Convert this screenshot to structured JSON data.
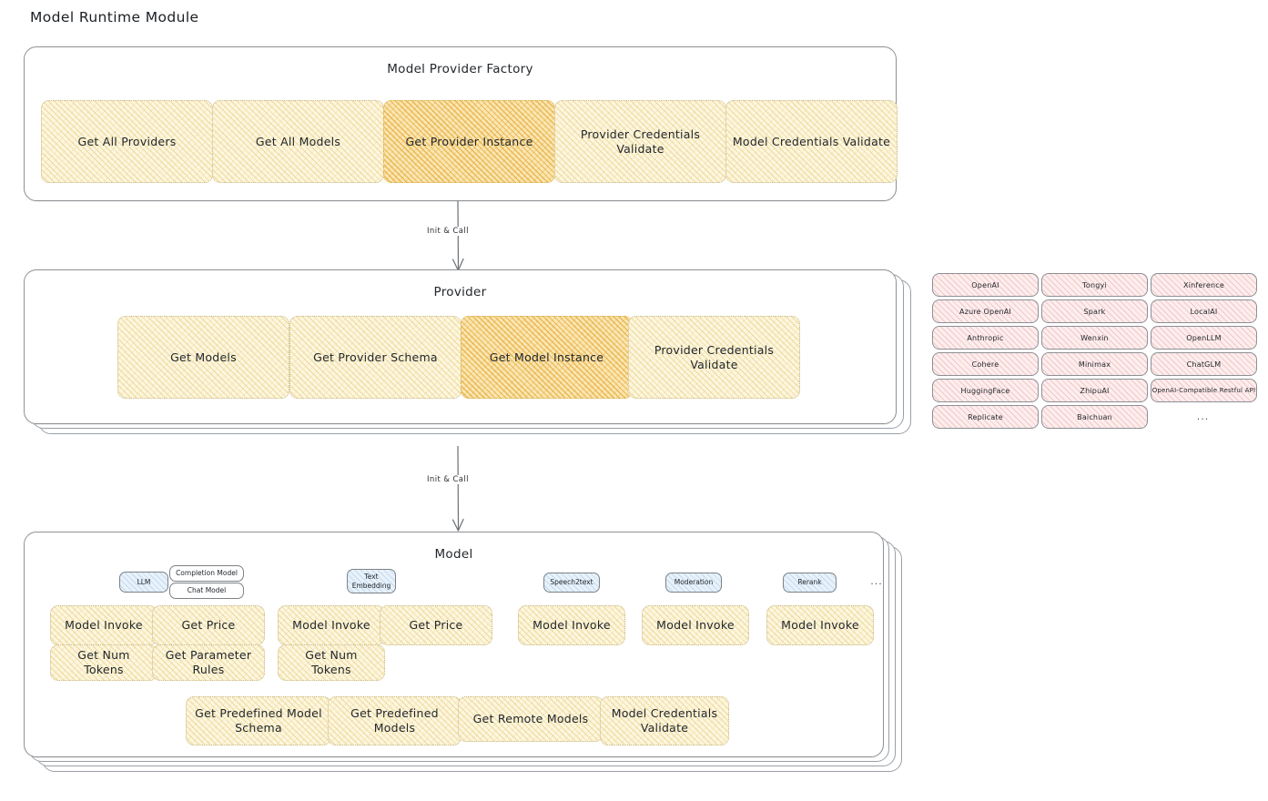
{
  "page": {
    "title": "Model Runtime Module"
  },
  "sections": {
    "factory": {
      "title": "Model Provider Factory",
      "methods": [
        {
          "label": "Get All Providers",
          "highlighted": false
        },
        {
          "label": "Get All Models",
          "highlighted": false
        },
        {
          "label": "Get Provider Instance",
          "highlighted": true
        },
        {
          "label": "Provider Credentials Validate",
          "highlighted": false
        },
        {
          "label": "Model Credentials Validate",
          "highlighted": false
        }
      ]
    },
    "provider": {
      "title": "Provider",
      "methods": [
        {
          "label": "Get Models",
          "highlighted": false
        },
        {
          "label": "Get Provider Schema",
          "highlighted": false
        },
        {
          "label": "Get Model Instance",
          "highlighted": true
        },
        {
          "label": "Provider Credentials Validate",
          "highlighted": false
        }
      ]
    },
    "model": {
      "title": "Model",
      "model_types": [
        {
          "badge": "LLM",
          "sub_badges": [
            "Completion Model",
            "Chat Model"
          ],
          "methods": [
            "Model Invoke",
            "Get Price",
            "Get Num Tokens",
            "Get Parameter Rules"
          ]
        },
        {
          "badge": "Text Embedding",
          "sub_badges": [],
          "methods": [
            "Model Invoke",
            "Get Price",
            "Get Num Tokens"
          ]
        },
        {
          "badge": "Speech2text",
          "sub_badges": [],
          "methods": [
            "Model Invoke"
          ]
        },
        {
          "badge": "Moderation",
          "sub_badges": [],
          "methods": [
            "Model Invoke"
          ]
        },
        {
          "badge": "Rerank",
          "sub_badges": [],
          "methods": [
            "Model Invoke"
          ]
        }
      ],
      "more_indicator": "...",
      "shared_methods": [
        "Get Predefined Model Schema",
        "Get Predefined Models",
        "Get Remote Models",
        "Model Credentials Validate"
      ]
    }
  },
  "arrows": {
    "factory_to_provider": "Init & Call",
    "provider_to_model": "Init & Call"
  },
  "provider_list": {
    "column_1": [
      "OpenAI",
      "Azure OpenAI",
      "Anthropic",
      "Cohere",
      "HuggingFace",
      "Replicate"
    ],
    "column_2": [
      "Tongyi",
      "Spark",
      "Wenxin",
      "Minimax",
      "ZhipuAI",
      "Baichuan"
    ],
    "column_3": [
      "Xinference",
      "LocalAI",
      "OpenLLM",
      "ChatGLM",
      "OpenAI-Compatible Restful API",
      "..."
    ]
  },
  "colors": {
    "chip_fill": "#fdf6df",
    "chip_highlight_fill": "#fbe6b4",
    "provider_pill_fill": "#fdeeee",
    "model_badge_fill": "#e8f2fb",
    "card_border": "#8e9196",
    "text": "#1f2328"
  }
}
